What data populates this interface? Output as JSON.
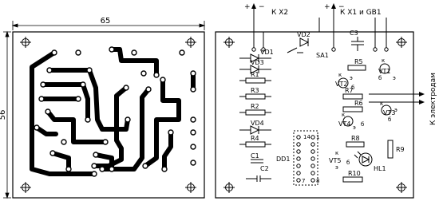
{
  "dimensions": {
    "width_label": "65",
    "height_label": "56"
  },
  "connections": {
    "to_x2": "К X2",
    "to_x1_gb1": "К X1 и GB1",
    "to_electrodes": "К электродам",
    "plus": "+",
    "minus": "−"
  },
  "components": {
    "resistors": [
      "R1",
      "R2",
      "R3",
      "R4",
      "R5",
      "R6",
      "R7",
      "R8",
      "R9",
      "R10"
    ],
    "diodes": [
      "VD1",
      "VD2",
      "VD3",
      "VD4"
    ],
    "capacitors": [
      "C1",
      "C2",
      "C3"
    ],
    "transistors": [
      "VT1",
      "VT2",
      "VT3",
      "VT4",
      "VT5"
    ],
    "chip": "DD1",
    "led": "HL1",
    "switch": "SA1",
    "pin_labels": [
      "14",
      "1",
      "7",
      "8"
    ]
  },
  "transistor_pins": {
    "collector": "к",
    "base": "б",
    "emitter": "э"
  }
}
